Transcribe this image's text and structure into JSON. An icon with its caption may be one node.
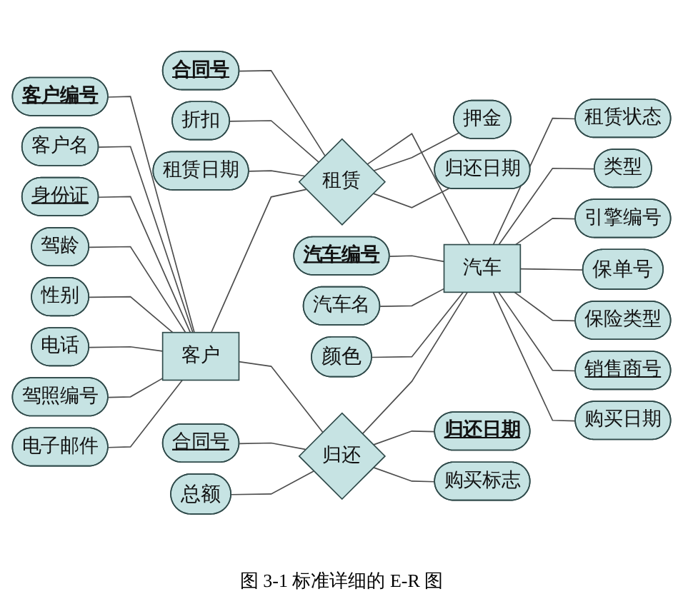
{
  "diagram": {
    "caption": "图 3-1 标准详细的 E-R 图",
    "nodes": [
      {
        "text": [
          "合同号"
        ]
      },
      {
        "text": [
          "折扣"
        ]
      },
      {
        "text": [
          "租赁日期"
        ]
      },
      {
        "text": [
          "押金"
        ]
      },
      {
        "text": [
          "归还日期"
        ]
      },
      {
        "text": [
          "客户编号"
        ]
      },
      {
        "text": [
          "租赁"
        ]
      },
      {
        "text": [
          "客户名"
        ]
      },
      {
        "text": [
          "汽车编号"
        ]
      },
      {
        "text": [
          "汽车名"
        ]
      },
      {
        "text": [
          "颜色"
        ]
      },
      {
        "text": [
          "身份证"
        ]
      },
      {
        "text": [
          "租赁状态"
        ]
      },
      {
        "text": [
          "驾龄"
        ]
      },
      {
        "text": [
          "类型"
        ]
      },
      {
        "text": [
          "客户"
        ]
      },
      {
        "text": [
          "汽车"
        ]
      },
      {
        "text": [
          "引擎编号"
        ]
      },
      {
        "text": [
          "性别"
        ]
      },
      {
        "text": [
          "保单号"
        ]
      },
      {
        "text": [
          "电话"
        ]
      },
      {
        "text": [
          "驾照编号"
        ]
      },
      {
        "text": [
          "保险类型"
        ]
      },
      {
        "text": [
          "电子邮件"
        ]
      },
      {
        "text": [
          "销售商号"
        ]
      },
      {
        "text": [
          "归还"
        ]
      },
      {
        "text": [
          "购买日期"
        ]
      },
      {
        "text": [
          "购买标志"
        ]
      },
      {
        "text": [
          "合同号"
        ]
      },
      {
        "text": [
          "总额"
        ]
      },
      {
        "text": [
          "归还日期"
        ]
      }
    ],
    "edges": [
      {
        "from": 15,
        "to": 6,
        "arrow": "none"
      },
      {
        "from": 6,
        "to": 16,
        "arrow": "none"
      },
      {
        "from": 15,
        "to": 25,
        "arrow": "none"
      },
      {
        "from": 25,
        "to": 16,
        "arrow": "none"
      },
      {
        "from": 0,
        "to": 6,
        "arrow": "none"
      },
      {
        "from": 1,
        "to": 6,
        "arrow": "none"
      },
      {
        "from": 2,
        "to": 6,
        "arrow": "none"
      },
      {
        "from": 6,
        "to": 3,
        "arrow": "none"
      },
      {
        "from": 6,
        "to": 4,
        "arrow": "none"
      },
      {
        "from": 5,
        "to": 15,
        "arrow": "none"
      },
      {
        "from": 7,
        "to": 15,
        "arrow": "none"
      },
      {
        "from": 11,
        "to": 15,
        "arrow": "none"
      },
      {
        "from": 13,
        "to": 15,
        "arrow": "none"
      },
      {
        "from": 18,
        "to": 15,
        "arrow": "none"
      },
      {
        "from": 20,
        "to": 15,
        "arrow": "none"
      },
      {
        "from": 21,
        "to": 15,
        "arrow": "none"
      },
      {
        "from": 23,
        "to": 15,
        "arrow": "none"
      },
      {
        "from": 8,
        "to": 16,
        "arrow": "none"
      },
      {
        "from": 9,
        "to": 16,
        "arrow": "none"
      },
      {
        "from": 10,
        "to": 16,
        "arrow": "none"
      },
      {
        "from": 16,
        "to": 12,
        "arrow": "none"
      },
      {
        "from": 16,
        "to": 14,
        "arrow": "none"
      },
      {
        "from": 16,
        "to": 17,
        "arrow": "none"
      },
      {
        "from": 16,
        "to": 19,
        "arrow": "none"
      },
      {
        "from": 16,
        "to": 22,
        "arrow": "none"
      },
      {
        "from": 16,
        "to": 24,
        "arrow": "none"
      },
      {
        "from": 16,
        "to": 26,
        "arrow": "none"
      },
      {
        "from": 28,
        "to": 25,
        "arrow": "none"
      },
      {
        "from": 29,
        "to": 25,
        "arrow": "none"
      },
      {
        "from": 25,
        "to": 30,
        "arrow": "none"
      },
      {
        "from": 25,
        "to": 27,
        "arrow": "none"
      }
    ]
  }
}
